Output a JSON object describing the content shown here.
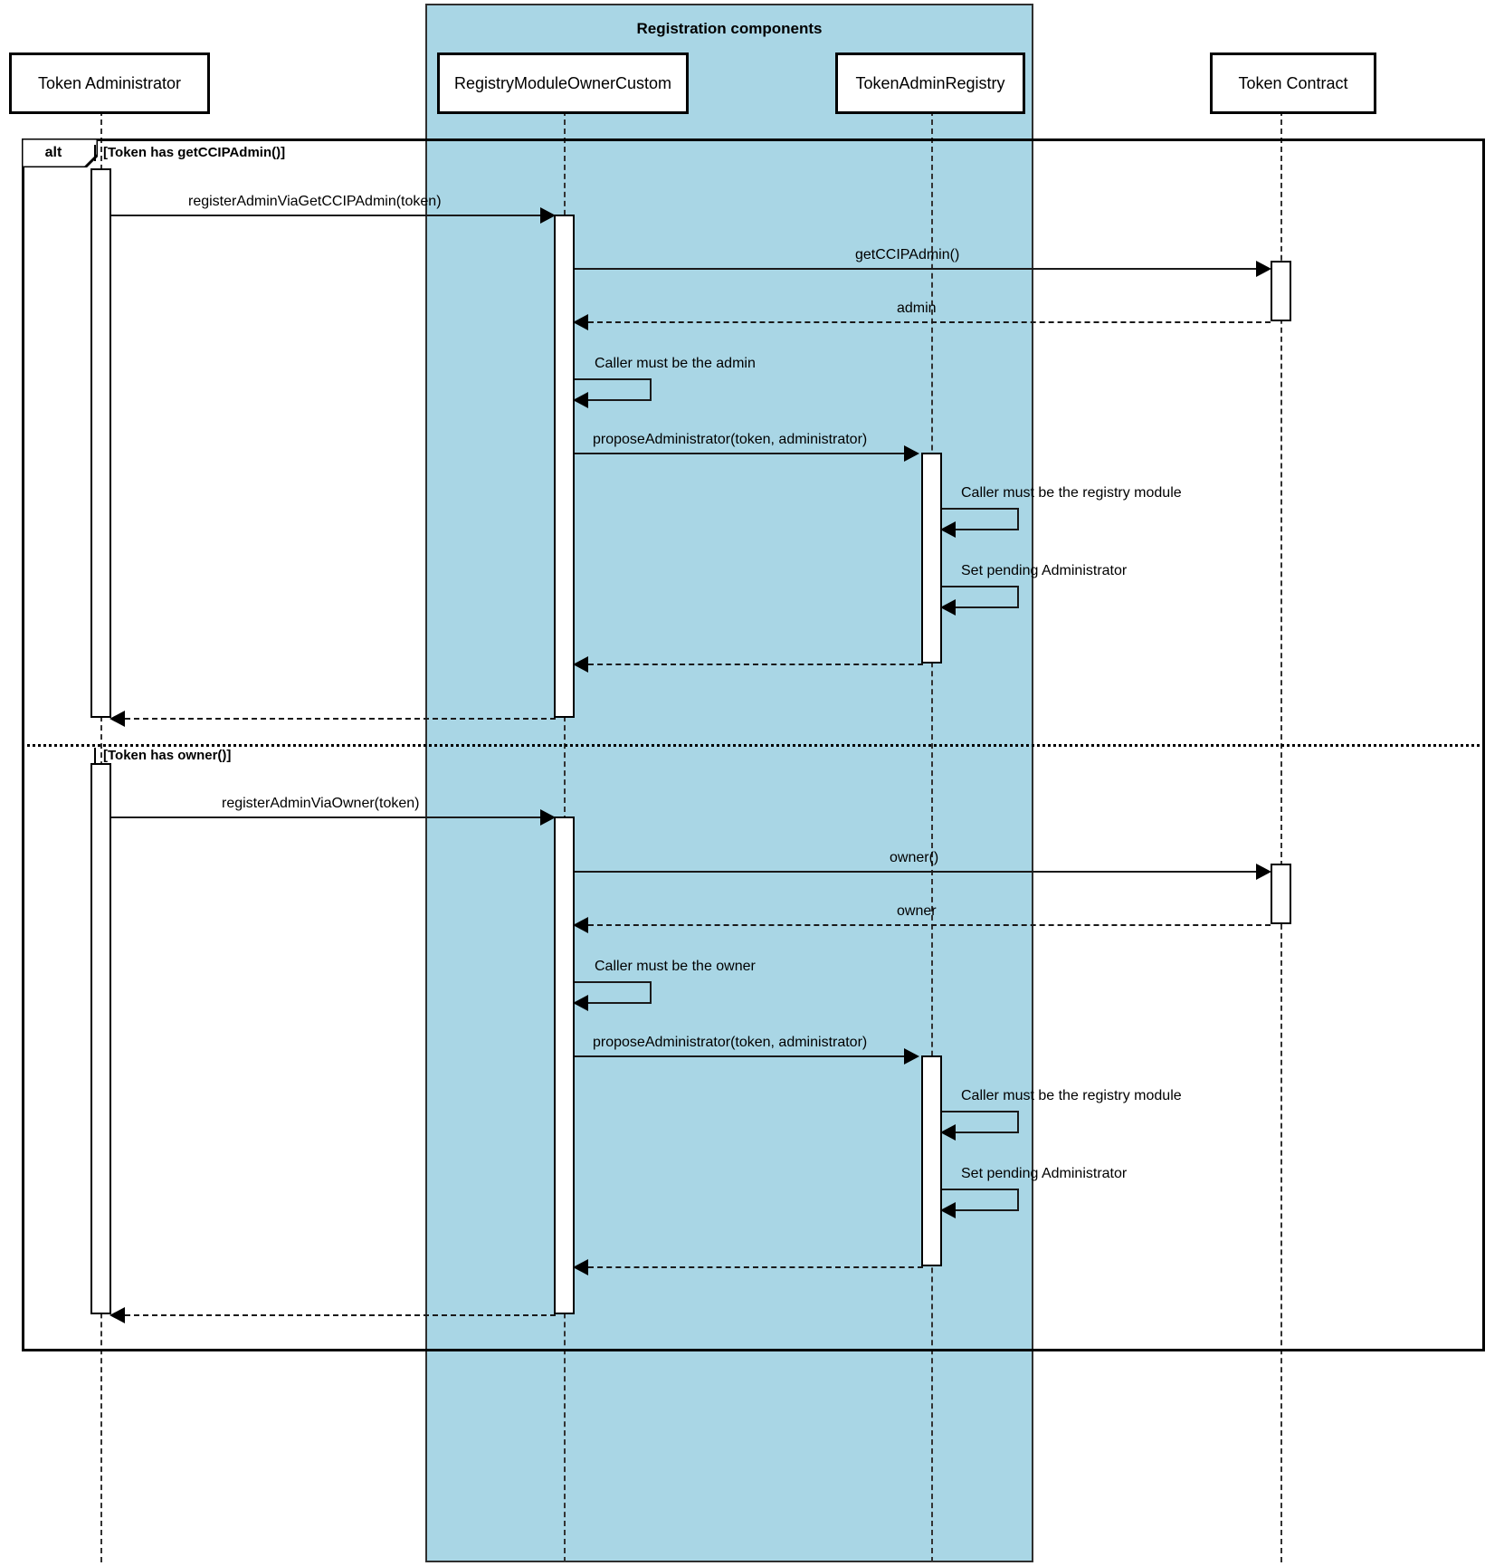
{
  "diagram": {
    "kind": "uml-sequence-diagram",
    "group": {
      "title": "Registration components",
      "fill": "#a9d6e5"
    },
    "participants": [
      {
        "id": "admin_actor",
        "label": "Token Administrator"
      },
      {
        "id": "registry_module",
        "label": "RegistryModuleOwnerCustom"
      },
      {
        "id": "token_admin_registry",
        "label": "TokenAdminRegistry"
      },
      {
        "id": "token_contract",
        "label": "Token Contract"
      }
    ],
    "fragment": {
      "operator": "alt"
    },
    "guards": [
      {
        "text": "[Token has getCCIPAdmin()]"
      },
      {
        "text": "[Token has owner()]"
      }
    ],
    "messages": [
      {
        "id": "m1",
        "text": "registerAdminViaGetCCIPAdmin(token)",
        "kind": "call"
      },
      {
        "id": "m2",
        "text": "getCCIPAdmin()",
        "kind": "call"
      },
      {
        "id": "m3",
        "text": "admin",
        "kind": "return"
      },
      {
        "id": "m4",
        "text": "Caller must be the admin",
        "kind": "self"
      },
      {
        "id": "m5",
        "text": "proposeAdministrator(token, administrator)",
        "kind": "call"
      },
      {
        "id": "m6",
        "text": "Caller must be the registry module",
        "kind": "self"
      },
      {
        "id": "m7",
        "text": "Set pending Administrator",
        "kind": "self"
      },
      {
        "id": "m8",
        "text": "",
        "kind": "return"
      },
      {
        "id": "m9",
        "text": "",
        "kind": "return"
      },
      {
        "id": "m10",
        "text": "registerAdminViaOwner(token)",
        "kind": "call"
      },
      {
        "id": "m11",
        "text": "owner()",
        "kind": "call"
      },
      {
        "id": "m12",
        "text": "owner",
        "kind": "return"
      },
      {
        "id": "m13",
        "text": "Caller must be the owner",
        "kind": "self"
      },
      {
        "id": "m14",
        "text": "proposeAdministrator(token, administrator)",
        "kind": "call"
      },
      {
        "id": "m15",
        "text": "Caller must be the registry module",
        "kind": "self"
      },
      {
        "id": "m16",
        "text": "Set pending Administrator",
        "kind": "self"
      },
      {
        "id": "m17",
        "text": "",
        "kind": "return"
      },
      {
        "id": "m18",
        "text": "",
        "kind": "return"
      }
    ]
  }
}
